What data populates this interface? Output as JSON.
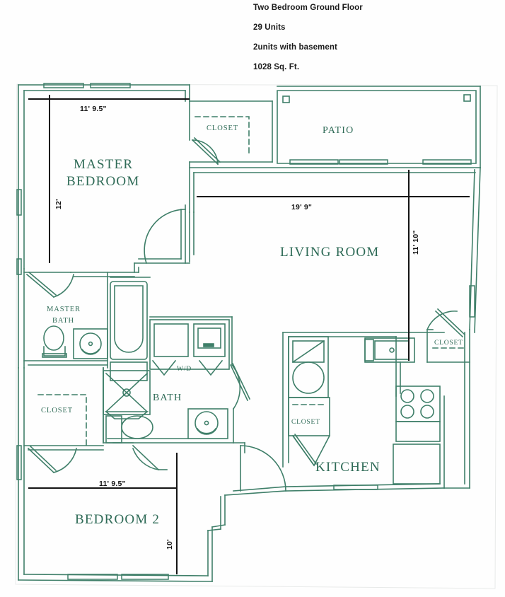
{
  "header": {
    "lines": [
      "Two Bedroom Ground Floor",
      "29 Units",
      "2units with basement",
      "1028 Sq. Ft."
    ],
    "title": "Two Bedroom Ground Floor",
    "unit_count": "29 Units",
    "basement_note": "2units with basement",
    "area": "1028 Sq. Ft."
  },
  "colors": {
    "wall_line": "#3f7f69",
    "room_label": "#2f6b57",
    "dimension_line": "#141414",
    "dimension_text": "#141414",
    "header_text": "#1b1b1b",
    "background": "#ffffff"
  },
  "rooms": {
    "master_bedroom": "MASTER\nBEDROOM",
    "master_bedroom_line1": "MASTER",
    "master_bedroom_line2": "BEDROOM",
    "bedroom_2": "BEDROOM 2",
    "living_room": "LIVING ROOM",
    "kitchen": "KITCHEN",
    "patio": "PATIO",
    "master_bath_line1": "MASTER",
    "master_bath_line2": "BATH",
    "bath": "BATH",
    "wd": "W/D",
    "closet_master": "CLOSET",
    "closet_bedroom2": "CLOSET",
    "closet_living": "CLOSET",
    "closet_kitchen": "CLOSET"
  },
  "dimensions": {
    "master_bedroom_width": "11' 9.5\"",
    "master_bedroom_depth": "12'",
    "living_room_width": "19' 9\"",
    "living_room_depth": "11' 10\"",
    "bedroom2_width": "11' 9.5\"",
    "bedroom2_depth": "10'"
  },
  "fixtures": {
    "bathtub": "bathtub",
    "toilet_master": "toilet",
    "sink_master": "vanity-sink",
    "toilet_bath": "toilet",
    "sink_bath": "vanity-sink",
    "shower": "shower-stall",
    "washer": "washer",
    "dryer": "dryer",
    "refrigerator": "refrigerator",
    "kitchen_sink": "kitchen-sink",
    "range": "range-cooktop",
    "counter": "counter"
  }
}
